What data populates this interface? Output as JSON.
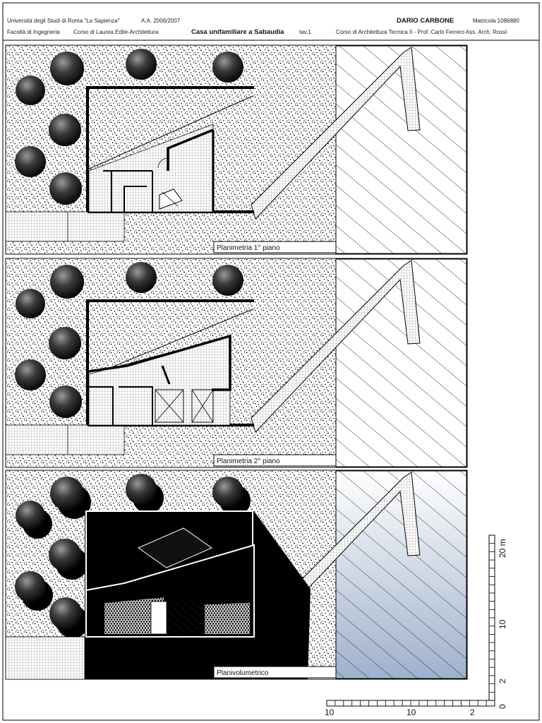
{
  "header": {
    "university": "Università degli Studi di Roma \"La Sapienza\"",
    "academic_year": "A.A. 2006/2007",
    "author": "DARIO CARBONE",
    "matricola": "Matricola 1086880",
    "faculty": "Facoltà di Ingegneria",
    "course_degree": "Corso di Laurea Edile-Architettura",
    "project_title": "Casa unifamiliare a Sabaudia",
    "sheet_number": "tav.1",
    "course_name": "Corso di Architettura Tecnica II - Prof. Carlo Ferrero Ass. Arch. Rossi"
  },
  "panels": [
    {
      "id": "plan-floor-1",
      "caption": "Planimetria 1° piano"
    },
    {
      "id": "plan-floor-2",
      "caption": "Planimetria 2° piano"
    },
    {
      "id": "site-plan",
      "caption": "Planivolumetrico"
    }
  ],
  "scale": {
    "unit_label": "20 m",
    "vertical_labels": [
      "2",
      "10"
    ],
    "horizontal_labels": [
      "10",
      "10",
      "2"
    ],
    "origin_label": "0"
  }
}
